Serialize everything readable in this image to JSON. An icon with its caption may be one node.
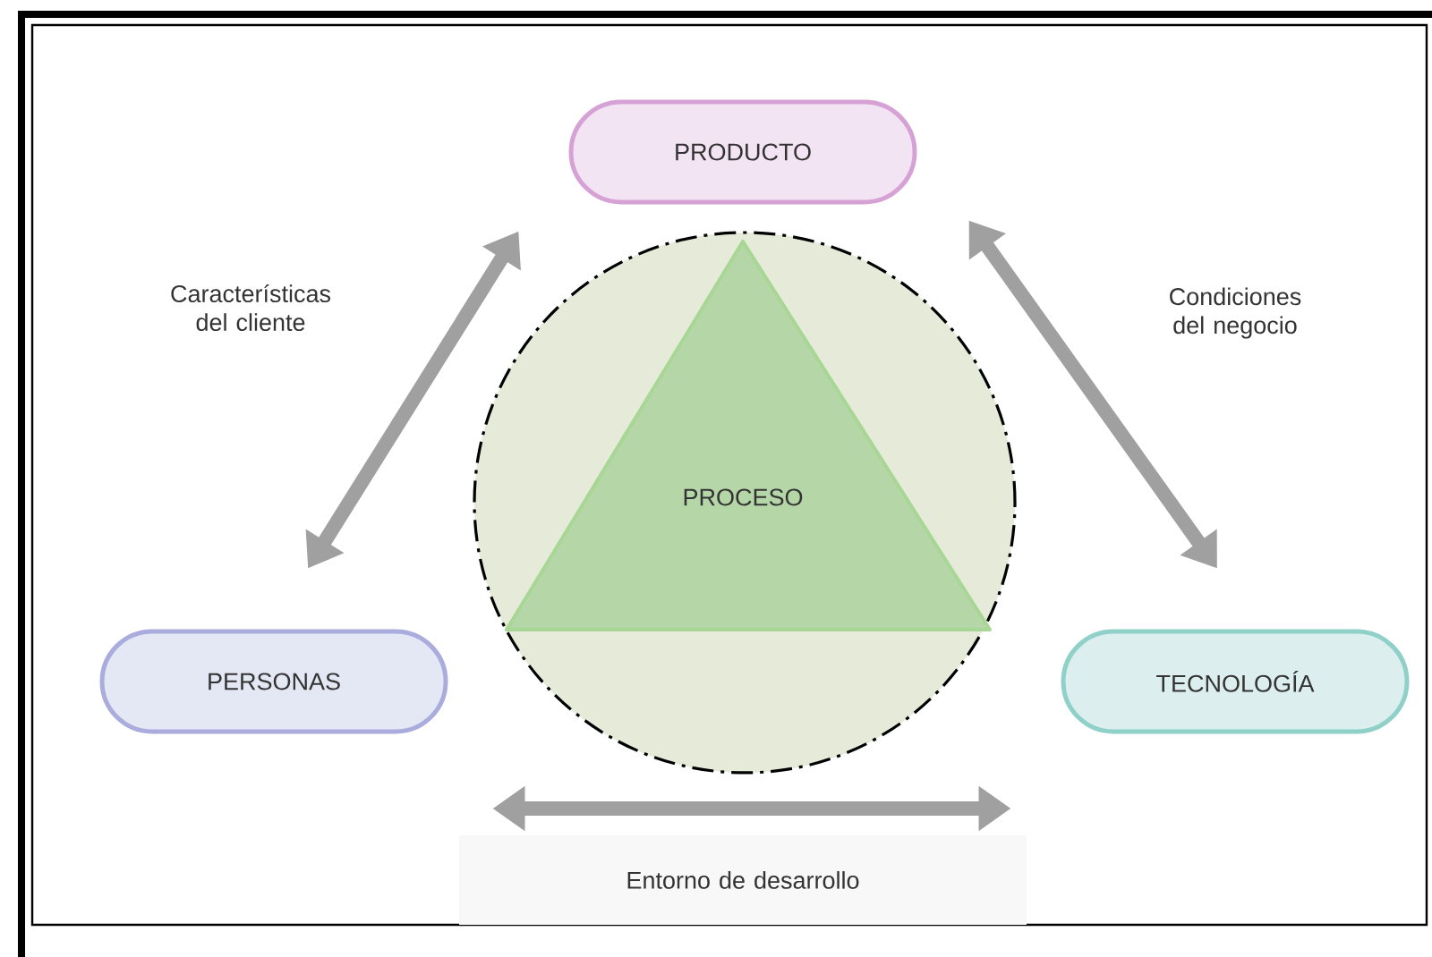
{
  "diagram": {
    "nodes": [
      {
        "text": [
          "PRODUCTO"
        ]
      },
      {
        "text": [],
        "shape": "circle"
      },
      {
        "text": [
          "PROCESO"
        ],
        "in": 1
      },
      {
        "text": [
          "PERSONAS"
        ]
      },
      {
        "text": [
          "TECNOLOGÍA"
        ]
      }
    ],
    "edges": [
      {
        "from": 0,
        "to": 3,
        "arrow": "both",
        "label": "Características del cliente"
      },
      {
        "from": 0,
        "to": 4,
        "arrow": "both",
        "label": "Condiciones del negocio"
      },
      {
        "from": 3,
        "to": 4,
        "arrow": "both",
        "label": "Entorno de desarrollo"
      }
    ]
  }
}
